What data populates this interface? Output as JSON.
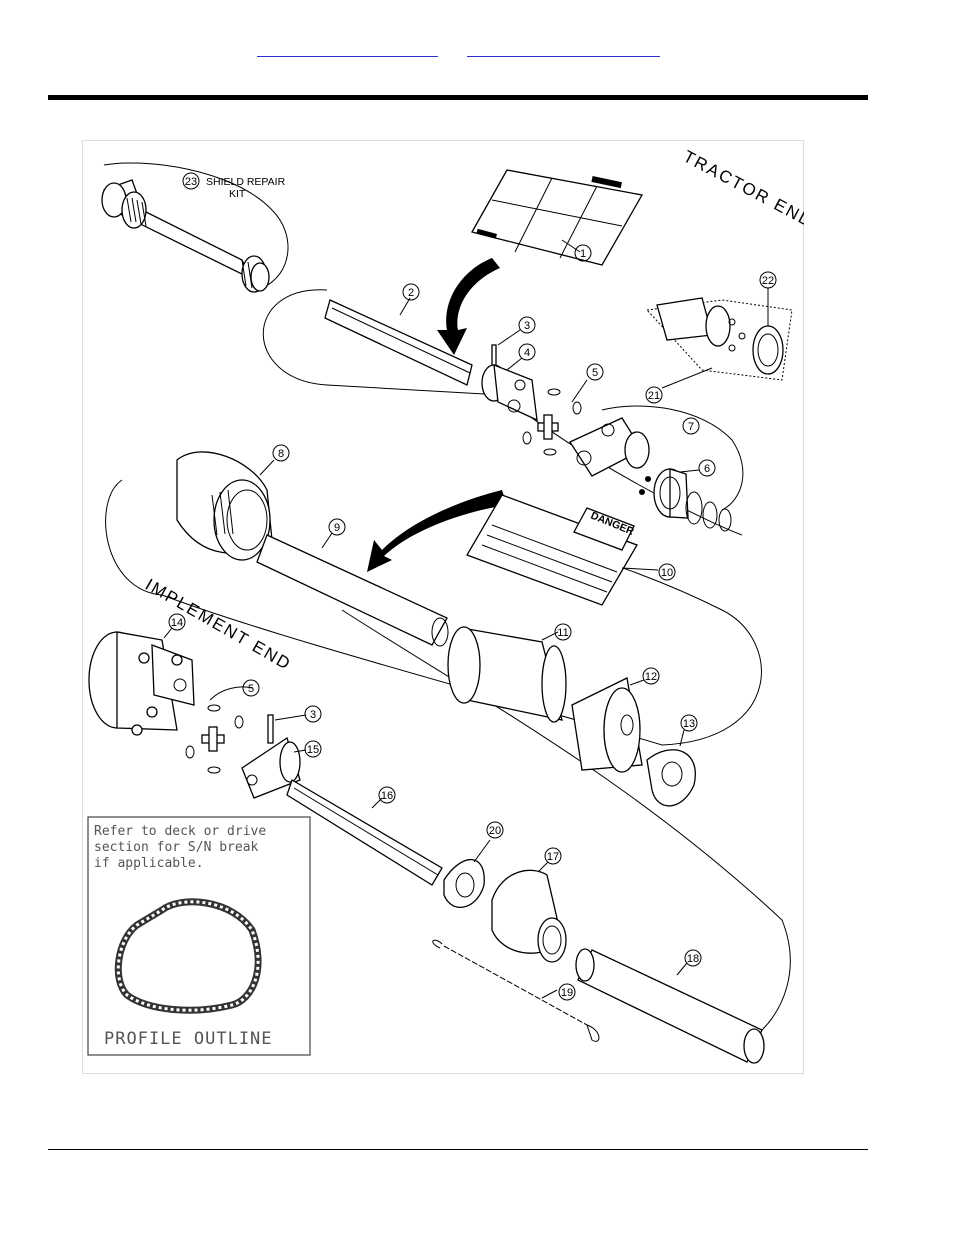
{
  "header": {
    "link_a": "",
    "link_b": ""
  },
  "diagram": {
    "tractor_end_label": "TRACTOR END",
    "implement_end_label": "IMPLEMENT END",
    "shield_repair_label_line1": "SHIELD REPAIR",
    "shield_repair_label_line2": "KIT",
    "decal_danger_word": "DANGER",
    "callouts": [
      "1",
      "2",
      "3",
      "4",
      "5",
      "6",
      "7",
      "8",
      "9",
      "10",
      "11",
      "12",
      "13",
      "14",
      "5",
      "3",
      "15",
      "16",
      "20",
      "17",
      "18",
      "19",
      "21",
      "22",
      "23"
    ],
    "note_lines": [
      "Refer to deck or drive",
      "section for S/N break",
      "if applicable."
    ],
    "profile_label": "PROFILE OUTLINE"
  }
}
